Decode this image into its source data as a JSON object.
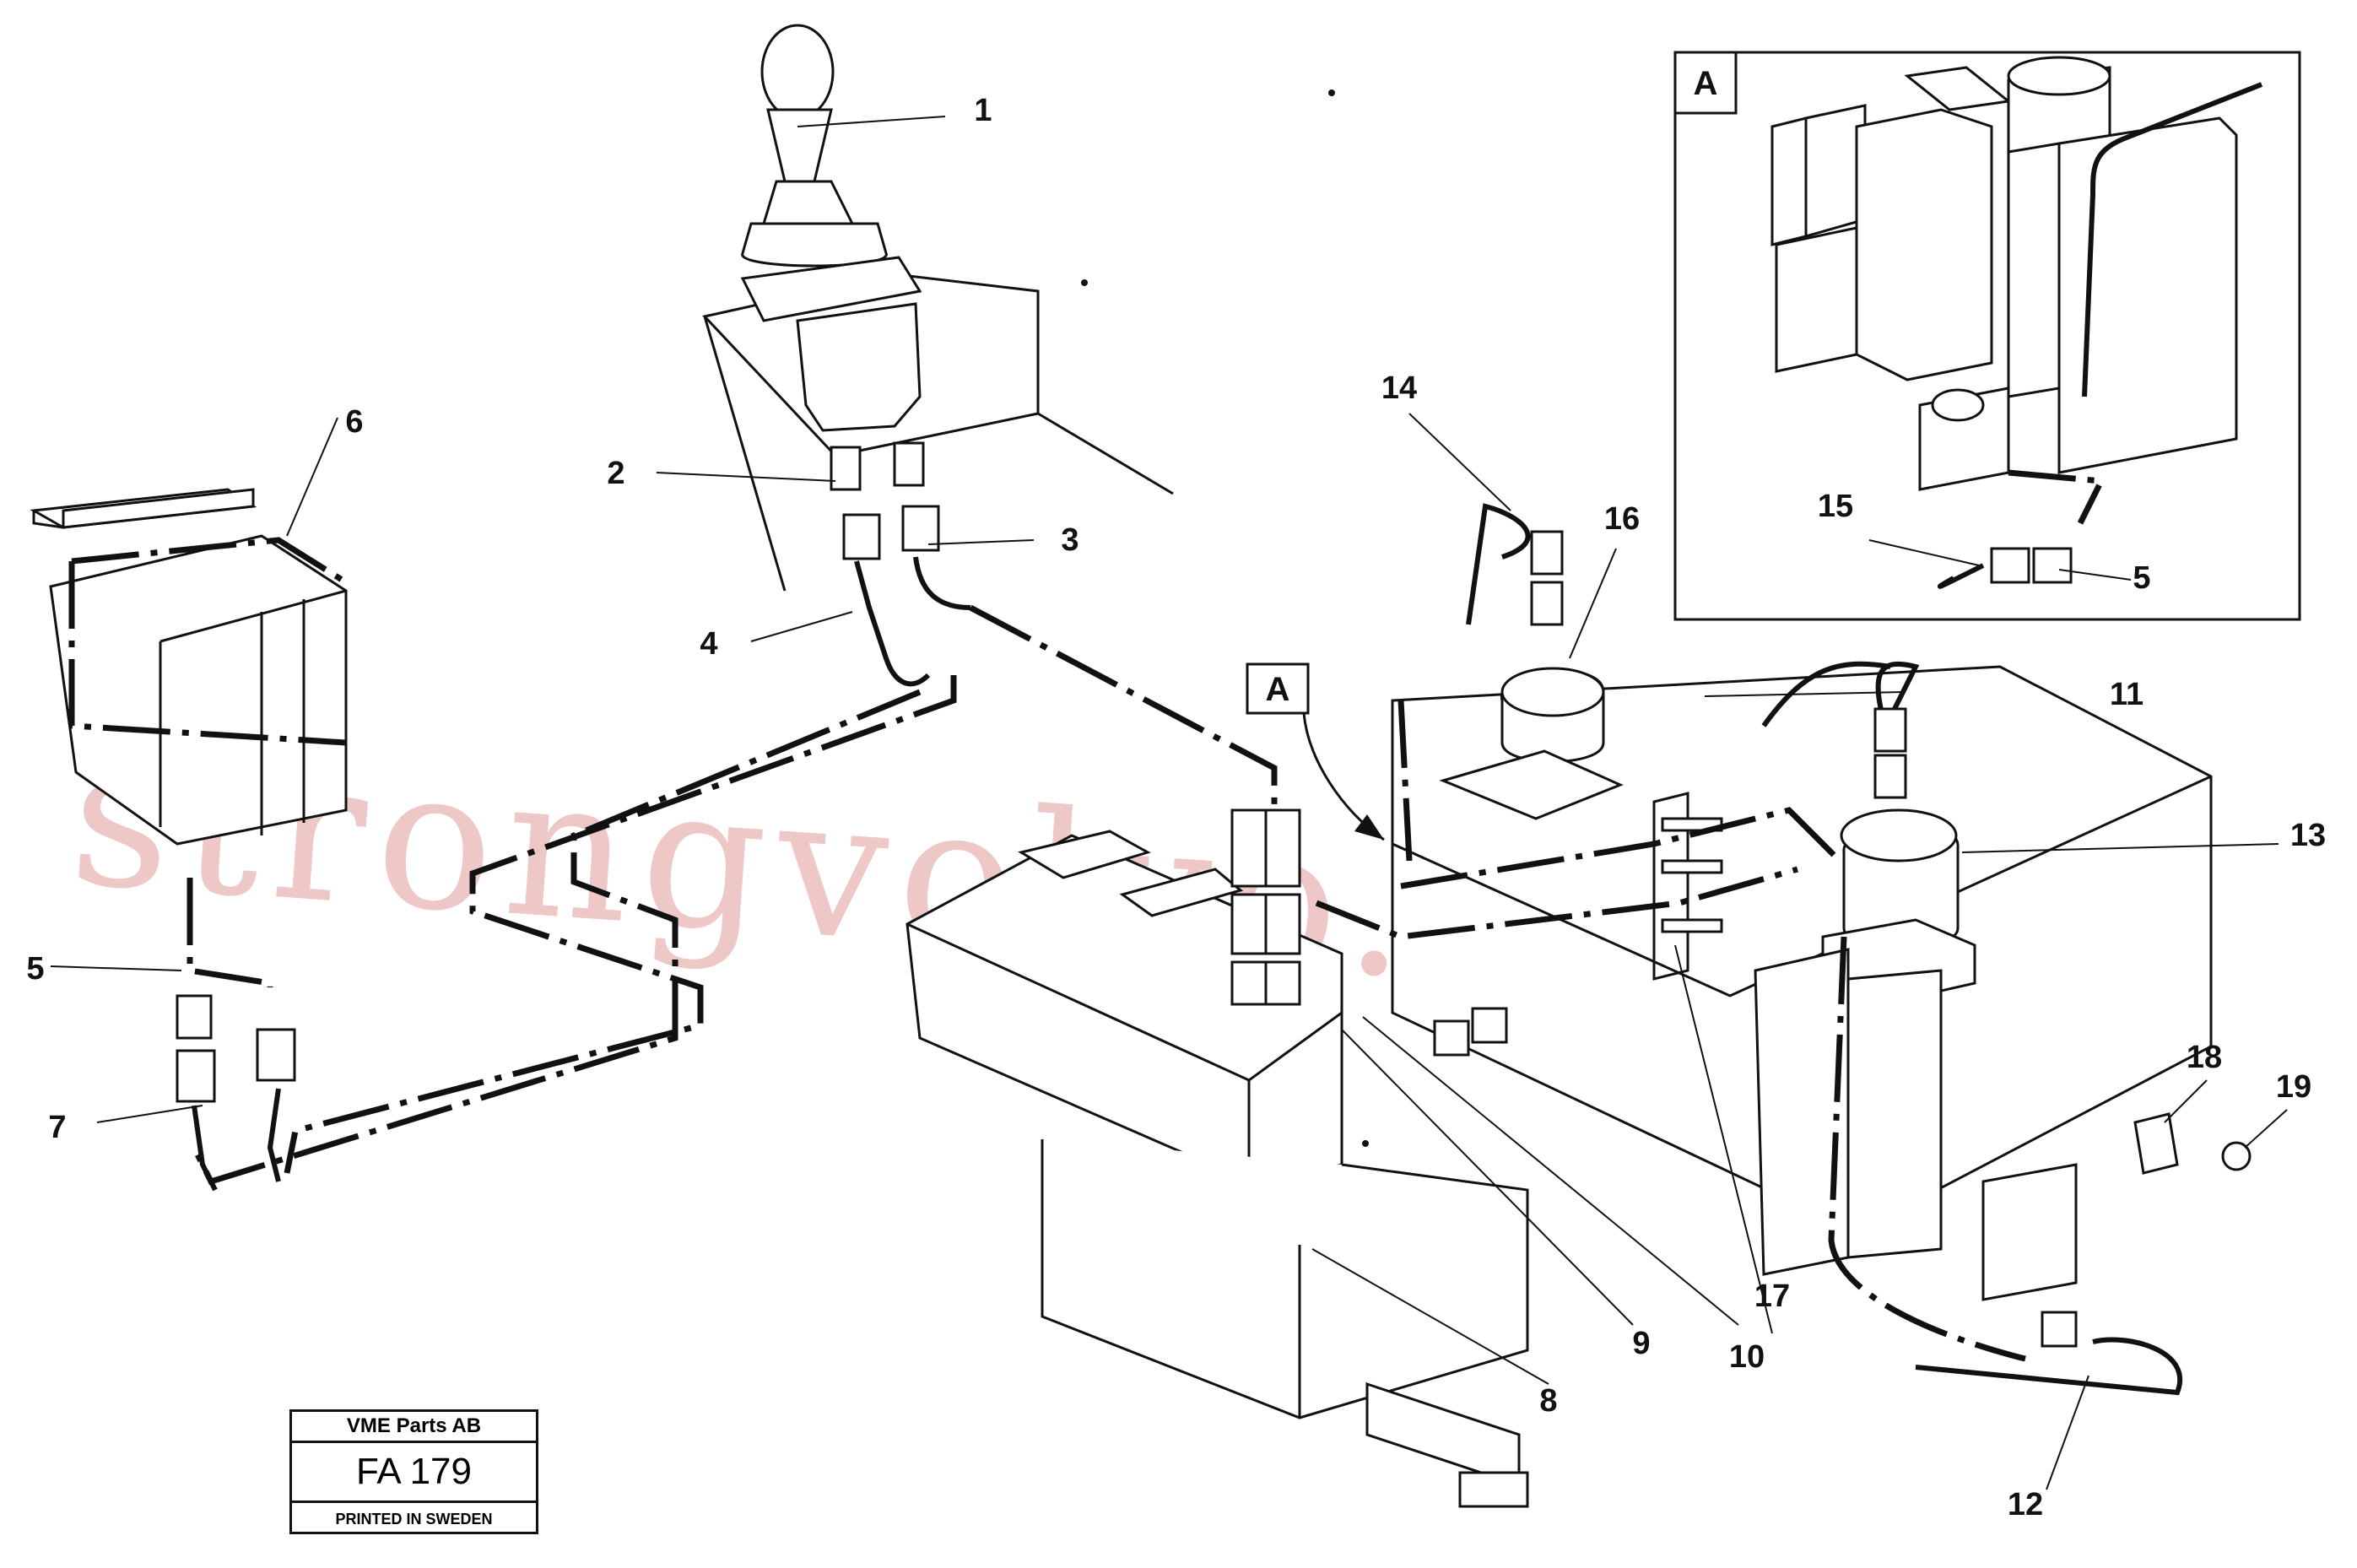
{
  "callouts": [
    "1",
    "2",
    "3",
    "4",
    "5",
    "6",
    "7",
    "8",
    "9",
    "10",
    "11",
    "12",
    "13",
    "14",
    "15",
    "16",
    "17",
    "18",
    "19"
  ],
  "callout_5_repeat": "5",
  "detail_tag": "A",
  "detail_inset_tag": "A",
  "watermark": "strongvolvo.com",
  "stamp": {
    "company": "VME Parts AB",
    "code": "FA 179",
    "printed": "PRINTED IN SWEDEN"
  }
}
